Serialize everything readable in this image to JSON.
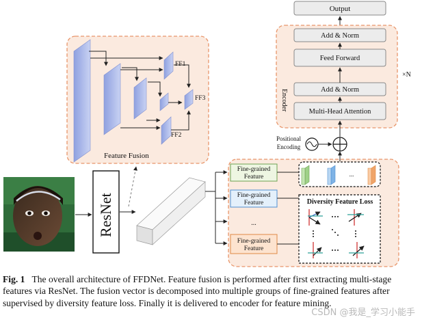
{
  "diagram": {
    "feature_fusion": {
      "title": "Feature Fusion",
      "ff1": "FF1",
      "ff2": "FF2",
      "ff3": "FF3"
    },
    "backbone": {
      "label": "ResNet"
    },
    "fine_grained": {
      "items": [
        "Fine-grained\nFeature",
        "Fine-grained\nFeature",
        "...",
        "Fine-grained\nFeature"
      ]
    },
    "diversity_loss": {
      "title": "Diversity Feature Loss",
      "ellipsis": "..."
    },
    "encoder": {
      "side_label": "Encoder",
      "repeat": "×N",
      "blocks": [
        "Output",
        "Add & Norm",
        "Feed Forward",
        "Add & Norm",
        "Multi-Head Attention"
      ],
      "positional": "Positional\nEncoding"
    }
  },
  "caption": {
    "label": "Fig. 1",
    "text": "The overall architecture of FFDNet. Feature fusion is performed after first extracting multi-stage features via ResNet. The fusion vector is decomposed into multiple groups of fine-grained features after supervised by diversity feature loss. Finally it is delivered to encoder for feature mining."
  },
  "watermark": "CSDN @我是_学习小能手",
  "colors": {
    "panel_fill": "#fbeadf",
    "panel_border": "#e8956a",
    "block_fill": "#ececec",
    "green_box": "#eef6e2",
    "blue_box": "#e4f0fb",
    "orange_box": "#fde3cf",
    "feature_blue": "#a9b8e6"
  }
}
